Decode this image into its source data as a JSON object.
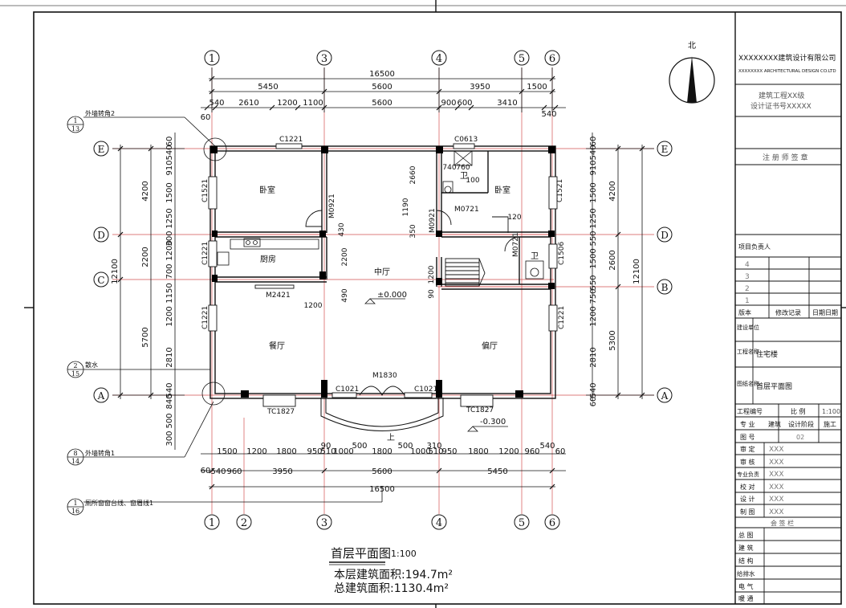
{
  "north_label": "北",
  "axis_top": [
    "1",
    "3",
    "4",
    "5",
    "6"
  ],
  "axis_bottom": [
    "1",
    "2",
    "3",
    "4",
    "5",
    "6"
  ],
  "axis_left": [
    "E",
    "D",
    "C",
    "A"
  ],
  "axis_right": [
    "E",
    "D",
    "B",
    "A"
  ],
  "dims_top_total": "16500",
  "dims_top_row2": [
    "5450",
    "5600",
    "3950",
    "1500"
  ],
  "dims_top_row3": [
    "540",
    "2610",
    "1200",
    "1100",
    "5600",
    "900",
    "600",
    "3410"
  ],
  "dims_top_row3_right": "540",
  "dims_top_60": "60",
  "dims_bottom_row1": [
    "1500",
    "1200",
    "1800",
    "950",
    "510",
    "1000",
    "500",
    "1800",
    "500",
    "1000",
    "510",
    "950",
    "1800",
    "1200",
    "960",
    "540",
    "60",
    "90",
    "310"
  ],
  "dims_bottom_row2": [
    "540",
    "960",
    "3950",
    "5600",
    "5450"
  ],
  "dims_bottom_60": "60",
  "dims_bottom_total": "16500",
  "dims_left_outer": [
    "4200",
    "2200",
    "5700"
  ],
  "dims_left_total": "12100",
  "dims_left_inner": [
    "60",
    "540",
    "910",
    "1500",
    "1250",
    "300",
    "1200",
    "700",
    "1150",
    "1200",
    "2810",
    "540",
    "840",
    "500",
    "300"
  ],
  "dims_right_outer": [
    "4200",
    "2600",
    "5300"
  ],
  "dims_right_total": "12100",
  "dims_right_inner": [
    "60",
    "540",
    "910",
    "1500",
    "1250",
    "550",
    "1500",
    "550",
    "750",
    "1200",
    "2810",
    "540",
    "60"
  ],
  "dims_inner": [
    "2660",
    "1190",
    "350",
    "430",
    "2200",
    "490",
    "1200",
    "90",
    "740",
    "760",
    "100",
    "120",
    "1200"
  ],
  "rooms": [
    "卧室",
    "卧室",
    "厨房",
    "中厅",
    "餐厅",
    "偏厅",
    "卫",
    "卫"
  ],
  "openings": [
    "C1221",
    "C0613",
    "C1521",
    "M0921",
    "M0921",
    "M0721",
    "M0721",
    "C1221",
    "C1506",
    "M2421",
    "C1221",
    "C1221",
    "M1830",
    "C1021",
    "C1021",
    "TC1827",
    "TC1827"
  ],
  "levels": [
    "±0.000",
    "-0.300"
  ],
  "stair_mark": "上",
  "details": [
    {
      "num": "1",
      "sheet": "13",
      "text": "外墙转角2"
    },
    {
      "num": "2",
      "sheet": "15",
      "text": "散水"
    },
    {
      "num": "8",
      "sheet": "14",
      "text": "外墙转角1"
    },
    {
      "num": "1",
      "sheet": "16",
      "text": "厕所窗窗台线、窗眉线1"
    }
  ],
  "plan_title": "首层平面图",
  "plan_scale": "1:100",
  "area_floor": "本层建筑面积:194.7m²",
  "area_total": "总建筑面积:1130.4m²",
  "title_block": {
    "company": "XXXXXXXX建筑设计有限公司",
    "company_en": "XXXXXXXX ARCHITECTURAL DESIGN CO.LTD",
    "qualification": "建筑工程XX级",
    "certificate": "设计证书号XXXXX",
    "registered_seal": "注 册 师 签 章",
    "project_leader": "项目负责人",
    "revisions": [
      "4",
      "3",
      "2",
      "1"
    ],
    "rev_headers": [
      "版本",
      "修改记录",
      "日期日期"
    ],
    "client_label": "建设单位",
    "project_label": "工程名称",
    "project_name": "住宅楼",
    "drawing_label": "图纸名称",
    "drawing_name": "首层平面图",
    "job_no_label": "工程编号",
    "scale_label": "比 例",
    "scale_value": "1:100",
    "discipline_label": "专 业",
    "discipline_value": "建筑",
    "phase_label": "设计阶段",
    "phase_value": "施工",
    "sheet_label": "图 号",
    "sheet_value": "02",
    "signoffs": [
      {
        "role": "审 定",
        "name": "XXX"
      },
      {
        "role": "审 核",
        "name": "XXX"
      },
      {
        "role": "专业负责",
        "name": "XXX"
      },
      {
        "role": "校 对",
        "name": "XXX"
      },
      {
        "role": "设 计",
        "name": "XXX"
      },
      {
        "role": "制 图",
        "name": "XXX"
      }
    ],
    "countersign": "会 签 栏",
    "countersign_rows": [
      "总 图",
      "建 筑",
      "结 构",
      "给排水",
      "电 气",
      "暖 通"
    ]
  }
}
